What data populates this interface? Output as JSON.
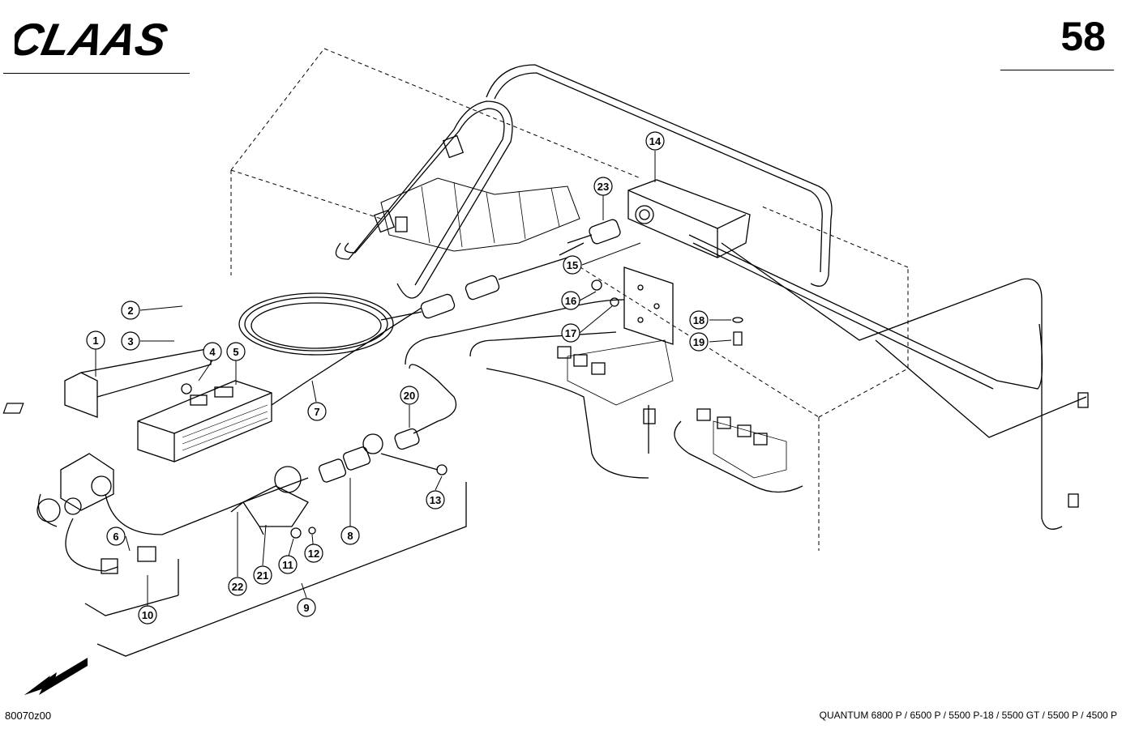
{
  "brand": {
    "logo_text": "CLAAS"
  },
  "page_number": "58",
  "drawing_number": "80070z00",
  "model_line": "QUANTUM 6800 P / 6500 P / 5500 P-18 / 5500 GT / 5500 P / 4500 P",
  "callouts": [
    "1",
    "2",
    "3",
    "4",
    "5",
    "6",
    "7",
    "8",
    "9",
    "10",
    "11",
    "12",
    "13",
    "14",
    "15",
    "16",
    "17",
    "18",
    "19",
    "20",
    "21",
    "22",
    "23"
  ],
  "icons": {
    "direction_arrow": "arrow-down-left-icon"
  }
}
